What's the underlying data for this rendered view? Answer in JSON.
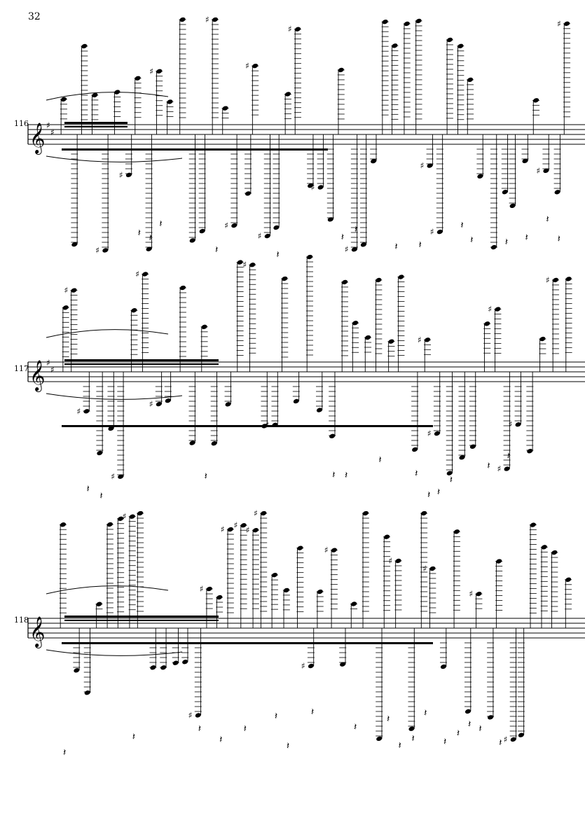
{
  "page": {
    "number": "32"
  },
  "systems": [
    {
      "measure": "116"
    },
    {
      "measure": "117"
    },
    {
      "measure": "118"
    }
  ],
  "colors": {
    "ink": "#000000",
    "paper": "#ffffff"
  }
}
